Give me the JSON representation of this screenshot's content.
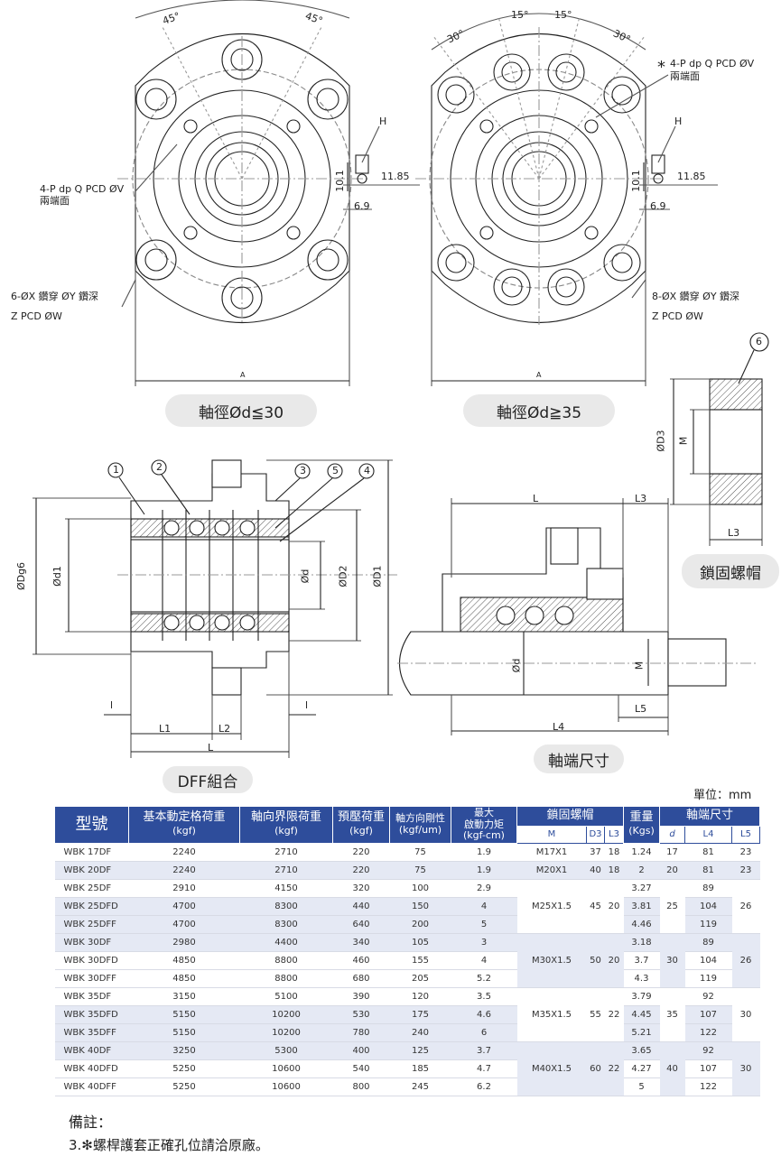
{
  "top_left": {
    "angle_left": "45°",
    "angle_right": "45°",
    "callout_holes": "4-P dp Q PCD ØV",
    "callout_holes_sub": "兩端面",
    "callout_bolt": "6-ØX 鑽穿 ØY 鑽深",
    "callout_pcd": "Z PCD ØW",
    "label_h": "H",
    "dim_1185": "11.85",
    "dim_101": "10.1",
    "dim_69": "6.9",
    "dim_a": "A",
    "caption": "軸徑Ød≦30"
  },
  "top_right": {
    "angle_30_left": "30°",
    "angle_15_left": "15°",
    "angle_15_right": "15°",
    "angle_30_right": "30°",
    "star": "*",
    "callout_holes": "4-P dp Q PCD ØV",
    "callout_holes_sub": "兩端面",
    "callout_bolt": "8-ØX 鑽穿 ØY 鑽深",
    "callout_pcd": "Z PCD ØW",
    "label_h": "H",
    "dim_1185": "11.85",
    "dim_101": "10.1",
    "dim_69": "6.9",
    "dim_a": "A",
    "caption": "軸徑Ød≧35"
  },
  "locknut": {
    "balloon": "6",
    "d3": "ØD3",
    "m": "M",
    "l3": "L3",
    "caption": "鎖固螺帽"
  },
  "dff": {
    "balloons": [
      "1",
      "2",
      "3",
      "5",
      "4"
    ],
    "d_g6": "ØDg6",
    "d1": "Ød1",
    "d": "Ød",
    "d2": "ØD2",
    "D1": "ØD1",
    "l_left": "l",
    "l_right": "l",
    "l1": "L1",
    "l2": "L2",
    "l": "L",
    "caption": "DFF組合"
  },
  "shaft_end": {
    "l": "L",
    "l3": "L3",
    "d": "Ød",
    "m": "M",
    "l5": "L5",
    "l4": "L4",
    "caption": "軸端尺寸"
  },
  "table": {
    "unit": "單位：mm",
    "headers": {
      "model": "型號",
      "dyn_load": "基本動定格荷重",
      "dyn_load_unit": "(kgf)",
      "axial_limit": "軸向界限荷重",
      "axial_limit_unit": "(kgf)",
      "preload": "預壓荷重",
      "preload_unit": "(kgf)",
      "rigidity": "軸方向剛性",
      "rigidity_unit": "(kgf/um)",
      "torque": "最大",
      "torque_2": "啟動力矩",
      "torque_unit": "(kgf-cm)",
      "locknut": "鎖固螺帽",
      "weight": "重量",
      "weight_unit": "(Kgs)",
      "shaft_end": "軸端尺寸",
      "sub_m": "M",
      "sub_d3": "D3",
      "sub_l3": "L3",
      "sub_d": "d",
      "sub_l4": "L4",
      "sub_l5": "L5"
    },
    "rows": [
      [
        "WBK 17DF",
        "2240",
        "2710",
        "220",
        "75",
        "1.9",
        "M17X1",
        "37",
        "18",
        "1.24",
        "17",
        "81",
        "23"
      ],
      [
        "WBK 20DF",
        "2240",
        "2710",
        "220",
        "75",
        "1.9",
        "M20X1",
        "40",
        "18",
        "2",
        "20",
        "81",
        "23"
      ],
      [
        "WBK 25DF",
        "2910",
        "4150",
        "320",
        "100",
        "2.9",
        "",
        "",
        "",
        "3.27",
        "",
        "89",
        ""
      ],
      [
        "WBK 25DFD",
        "4700",
        "8300",
        "440",
        "150",
        "4",
        "M25X1.5",
        "45",
        "20",
        "3.81",
        "25",
        "104",
        "26"
      ],
      [
        "WBK 25DFF",
        "4700",
        "8300",
        "640",
        "200",
        "5",
        "",
        "",
        "",
        "4.46",
        "",
        "119",
        ""
      ],
      [
        "WBK 30DF",
        "2980",
        "4400",
        "340",
        "105",
        "3",
        "",
        "",
        "",
        "3.18",
        "",
        "89",
        ""
      ],
      [
        "WBK 30DFD",
        "4850",
        "8800",
        "460",
        "155",
        "4",
        "M30X1.5",
        "50",
        "20",
        "3.7",
        "30",
        "104",
        "26"
      ],
      [
        "WBK 30DFF",
        "4850",
        "8800",
        "680",
        "205",
        "5.2",
        "",
        "",
        "",
        "4.3",
        "",
        "119",
        ""
      ],
      [
        "WBK 35DF",
        "3150",
        "5100",
        "390",
        "120",
        "3.5",
        "",
        "",
        "",
        "3.79",
        "",
        "92",
        ""
      ],
      [
        "WBK 35DFD",
        "5150",
        "10200",
        "530",
        "175",
        "4.6",
        "M35X1.5",
        "55",
        "22",
        "4.45",
        "35",
        "107",
        "30"
      ],
      [
        "WBK 35DFF",
        "5150",
        "10200",
        "780",
        "240",
        "6",
        "",
        "",
        "",
        "5.21",
        "",
        "122",
        ""
      ],
      [
        "WBK 40DF",
        "3250",
        "5300",
        "400",
        "125",
        "3.7",
        "",
        "",
        "",
        "3.65",
        "",
        "92",
        ""
      ],
      [
        "WBK 40DFD",
        "5250",
        "10600",
        "540",
        "185",
        "4.7",
        "M40X1.5",
        "60",
        "22",
        "4.27",
        "40",
        "107",
        "30"
      ],
      [
        "WBK 40DFF",
        "5250",
        "10600",
        "800",
        "245",
        "6.2",
        "",
        "",
        "",
        "5",
        "",
        "122",
        ""
      ]
    ]
  },
  "notes": {
    "title": "備註：",
    "line1": "3.✻螺桿護套正確孔位請洽原廠。"
  }
}
